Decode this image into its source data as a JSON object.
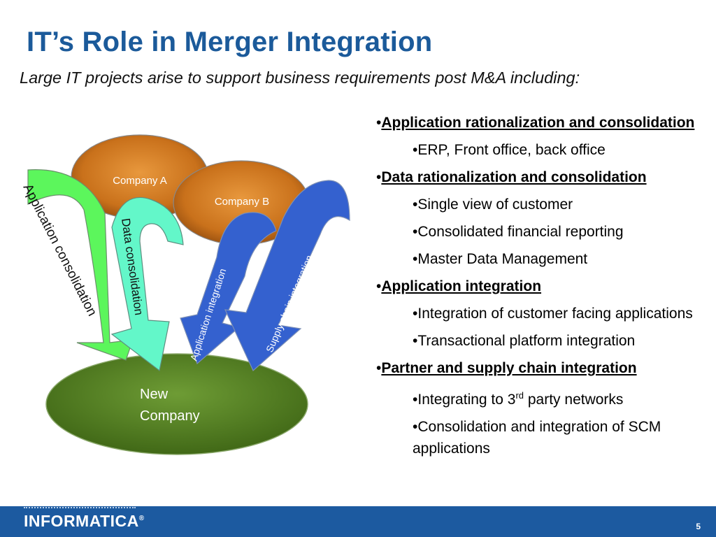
{
  "title": "IT’s Role in Merger Integration",
  "subtitle": "Large IT projects arise to support business requirements post M&A including:",
  "diagram": {
    "company_a": "Company A",
    "company_b": "Company B",
    "new_company_line1": "New",
    "new_company_line2": "Company",
    "arrow_app_consolidation": "Application consolidation",
    "arrow_data_consolidation": "Data consolidation",
    "arrow_app_integration": "Application integration",
    "arrow_supply_chain": "Supply chain integration",
    "colors": {
      "company_fill": "#c9711b",
      "new_company_fill": "#4d7a1d",
      "green_arrow": "#5cf65c",
      "aqua_arrow": "#63f7c9",
      "blue_arrow": "#3461cf"
    }
  },
  "bullets": {
    "b1": "Application rationalization and consolidation",
    "b1_1": "ERP, Front office, back office",
    "b2": "Data rationalization and consolidation",
    "b2_1": "Single view of customer",
    "b2_2": "Consolidated financial reporting",
    "b2_3": "Master Data Management",
    "b3": "Application integration",
    "b3_1": "Integration of customer facing applications",
    "b3_2": "Transactional platform integration",
    "b4": "Partner and supply chain integration",
    "b4_1_pre": "Integrating to 3",
    "b4_1_sup": "rd",
    "b4_1_post": " party networks",
    "b4_2": "Consolidation and integration of SCM applications"
  },
  "footer": {
    "logo": "INFORMATICA",
    "logo_mark": "®",
    "page_number": "5"
  }
}
